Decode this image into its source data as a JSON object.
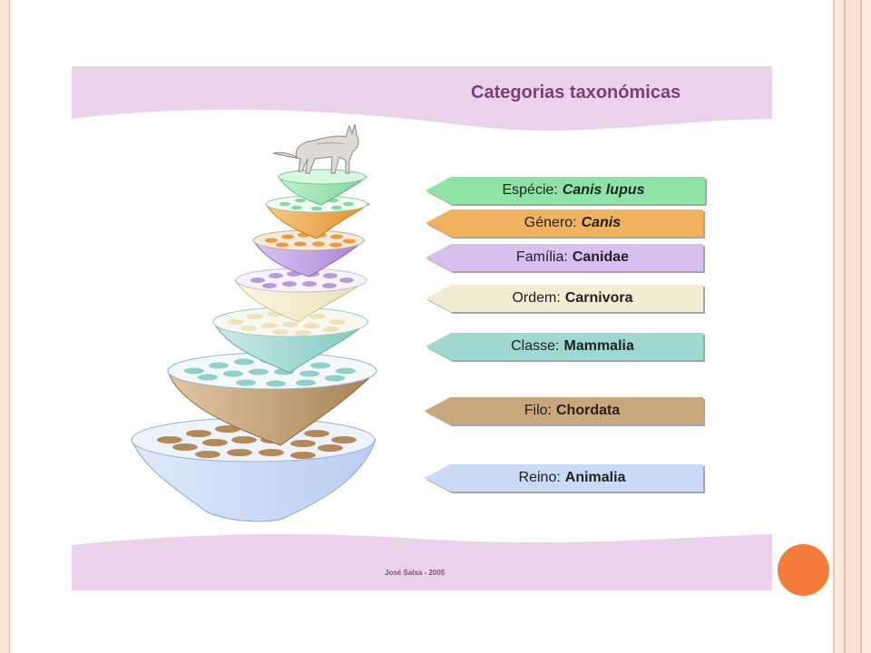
{
  "title": "Categorias taxonómicas",
  "credit": "José Salsa - 2005",
  "ranks": [
    {
      "label": "Espécie:",
      "name": "Canis lupus",
      "color": "#8fe3a6",
      "italic": true
    },
    {
      "label": "Género:",
      "name": "Canis",
      "color": "#f0b160",
      "italic": true
    },
    {
      "label": "Família:",
      "name": "Canidae",
      "color": "#d7bfee",
      "italic": false
    },
    {
      "label": "Ordem:",
      "name": "Carnivora",
      "color": "#f3ecd2",
      "italic": false
    },
    {
      "label": "Classe:",
      "name": "Mammalia",
      "color": "#9fd7d3",
      "italic": false
    },
    {
      "label": "Filo:",
      "name": "Chordata",
      "color": "#caa67c",
      "italic": false
    },
    {
      "label": "Reino:",
      "name": "Animalia",
      "color": "#cad9f7",
      "italic": false
    }
  ],
  "colors": {
    "frame_accent": "#f47c3a",
    "band": "#ead3ea",
    "title": "#7b3f74"
  }
}
